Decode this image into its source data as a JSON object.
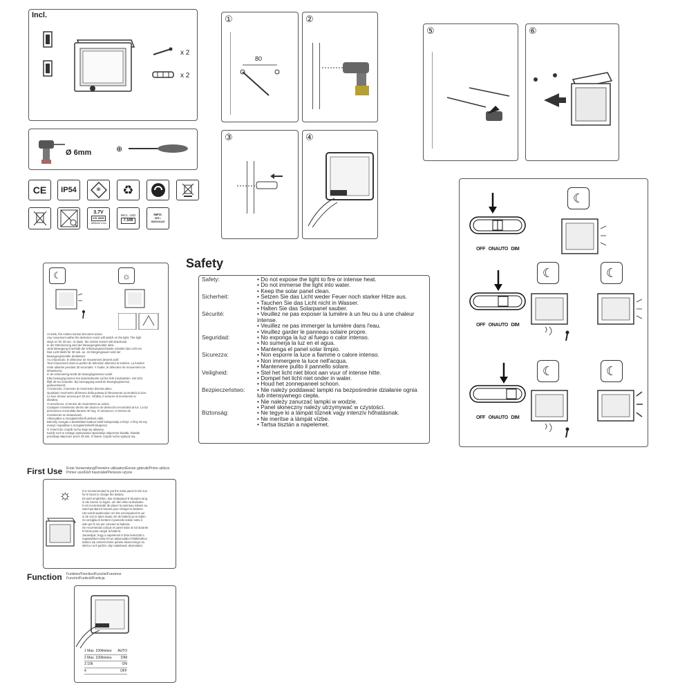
{
  "incl": {
    "title": "Incl.",
    "screws_qty": "x 2",
    "anchors_qty": "x 2"
  },
  "tools": {
    "drill_bit": "Ø 6mm",
    "screwdriver_symbol": "⊕"
  },
  "symbols": {
    "ce": "CE",
    "ip": "IP54",
    "class3": "III",
    "battery_spec": [
      "3.7V",
      "ICR 18650",
      "1800mAh Li-ion"
    ],
    "led_spec": [
      "INCL.",
      "LED",
      "7.5W"
    ],
    "info_spec": [
      "INFO:",
      "Art.:",
      "5540101125"
    ]
  },
  "steps": {
    "s1": {
      "num": "①",
      "distance": "80"
    },
    "s2": {
      "num": "②"
    },
    "s3": {
      "num": "③"
    },
    "s4": {
      "num": "④"
    },
    "s5": {
      "num": "⑤"
    },
    "s6": {
      "num": "⑥"
    }
  },
  "modes": {
    "switch_labels": [
      "OFF",
      "ON",
      "AUTO",
      "DIM"
    ]
  },
  "sensor_text": [
    "At dusk, the motion sensor becomes active.",
    "Any movement within the detection reach will switch on the light. The light",
    "stays on for 30 sec. At dawn, the motion sensor will deactivate.",
    "In der Dämmerung wird der Bewegungsmelder aktiv.",
    "Jede Bewegung innerhalb der Erfassungsreichweite schaltet das Licht ein.",
    "Das Licht bleibt für 30 sek. an. Im Morgengrauen wird der",
    "Bewegungsmelder deaktiviert.",
    "Au crépuscule, le détecteur de mouvement devient actif.",
    "Tout mouvement dans la portée de détection allumera la lumière. La lumière",
    "reste allumée pendant 30 secondes. À l'aube, le détecteur de mouvement se",
    "désactivera.",
    "In de schemering wordt de bewegingssensor actief.",
    "Elke beweging binnen het detectiebereik zal het licht inschakelen. Het licht",
    "blijft 30 sec branden. Bij zonsopgang wordt de bewegingssensor",
    "gedeactiveerd.",
    "Al tramonto, il sensore di movimento diventa attivo.",
    "Qualsiasi movimento all'interno della portata di rilevamento accenderà la luce.",
    "La luce rimane accesa per 30 sec. All'alba, il sensore di movimento si",
    "disattiva.",
    "Al anochecer, el sensor de movimiento se activa.",
    "Cualquier movimiento dentro del alcance de detección encenderá la luz. La luz",
    "permanece encendida durante 30 seg. Al amanecer, el sensor de",
    "movimiento se desactivará.",
    "Alkonyatkor a mozgásérzékelő aktívvá válik.",
    "Bármely mozgás a detektálási határon belül bekapcsolja a fényt. A fény 30 mp",
    "marad. Hajnalban a mozgásérzékelő kikapcsol.",
    "O zmierzchu czujnik ruchu staje się aktywny.",
    "Każdy ruch w zasięgu wykrywania spowoduje włączenie światła. Światło",
    "pozostaje włączone przez 30 sek. O świcie czujnik ruchu wyłączy się."
  ],
  "safety": {
    "title": "Safety",
    "rows": [
      {
        "lang": "Safety:",
        "items": [
          "Do not expose the light to fire or intense heat.",
          "Do not immerse the light into water.",
          "Keep the solar panel clean."
        ]
      },
      {
        "lang": "Sicherheit:",
        "items": [
          "Setzen Sie das Licht weder Feuer noch starker Hitze aus.",
          "Tauchen Sie das Licht nicht in Wasser.",
          "Halten Sie das Solarpanel sauber."
        ]
      },
      {
        "lang": "Sécurité:",
        "items": [
          "Veuillez ne pas exposer la lumière à un feu ou à une chaleur intense.",
          "Veuillez ne pas immerger la lumière dans l'eau.",
          "Veuillez garder le panneau solaire propre."
        ]
      },
      {
        "lang": "Seguridad:",
        "items": [
          "No exponga la luz al fuego o calor intenso.",
          "No sumerja la luz en el agua.",
          "Mantenga el panel solar limpio."
        ]
      },
      {
        "lang": "Sicurezza:",
        "items": [
          "Non esporre la luce a fiamme o calore intenso.",
          "Non immergere la luce nell'acqua.",
          "Mantenere pulito il pannello solare."
        ]
      },
      {
        "lang": "Veiligheid:",
        "items": [
          "Stel het licht niet bloot aan vuur of intense hitte.",
          "Dompel het licht niet onder in water.",
          "Houd het zonnepaneel schoon."
        ]
      },
      {
        "lang": "Bezpieczeństwo:",
        "items": [
          "Nie należy poddawać lampki na bezpośrednie działanie ognia lub intensywnego ciepła.",
          "Nie należy zanurzać lampki w wodzie.",
          "Panel słoneczny należy utrzymywać w czystości."
        ]
      },
      {
        "lang": "Biztonság:",
        "items": [
          "Ne tegye ki a lámpát tűznek vagy intenzív hőhatásnak.",
          "Ne merítse a lámpát vízbe.",
          "Tartsa tisztán a napelemet."
        ]
      }
    ]
  },
  "first_use": {
    "title": "First Use",
    "subtitle": [
      "Erste Verwendung/Première utilisation/Eerste gebruik/Primo utilizzo",
      "Primer uso/Első használat/Pierwsze użycie"
    ],
    "text": [
      "It is recommended to put the solar panel in the sun",
      "for 8 hours to charge the battery.",
      "Es wird empfohlen, das Solarpanel 8 Stunden lang",
      "in die Sonne zu legen, um den Akku aufzuladen.",
      "Il est recommandé de placer le panneau solaire au",
      "soleil pendant 8 heures pour charger la batterie.",
      "Het wordt aanbevolen om het zonnepaneel 8 uur",
      "in de zon te laten staan om de batterij op te laden.",
      "Si consiglia di mettere il pannello solare sotto il",
      "sole per 8 ore per caricare la batteria.",
      "Se recomienda colocar el panel solar al sol durante",
      "8 horas para cargar la batería.",
      "Javasoljuk, hogy a napelemet 8 órán keresztül a",
      "napsütésben tölse fel az akkumulátor feltöltéséhez.",
      "Zaleca się umieszczenie panelu słonecznego na",
      "słońcu na 8 godzin, aby naładować akumulator."
    ]
  },
  "function": {
    "title": "Function",
    "subtitle": [
      "Funktion/Fonction/Functie/Funzione",
      "Función/Funkció/Funkcja"
    ],
    "table": [
      {
        "left": "1  Max. 100lmmes",
        "right": "AUTO"
      },
      {
        "left": "2  Max. 100lmmes",
        "right": "DIM"
      },
      {
        "left": "3  10lt",
        "right": "ON"
      },
      {
        "left": "4",
        "right": "OFF"
      }
    ]
  }
}
